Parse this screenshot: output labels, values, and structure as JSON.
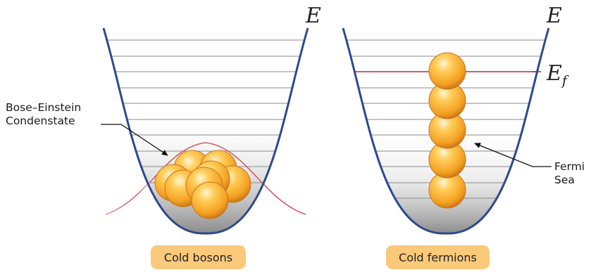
{
  "panels": [
    {
      "id": "bosons",
      "energy_label": "E",
      "caption": "Cold bosons",
      "annotation_lines": [
        "Bose–Einstein",
        "Condenstate"
      ]
    },
    {
      "id": "fermions",
      "energy_label": "E",
      "fermi_label_main": "E",
      "fermi_label_sub": "f",
      "caption": "Cold fermions",
      "annotation_lines": [
        "Fermi",
        "Sea"
      ]
    }
  ],
  "colors": {
    "well_outline": "#2c4a8e",
    "level_lines": "#8a8a8a",
    "fermi_line": "#b03030",
    "gaussian": "#d34a4a",
    "particle_fill": "#f5a623",
    "caption_bg": "#fbc97a"
  }
}
